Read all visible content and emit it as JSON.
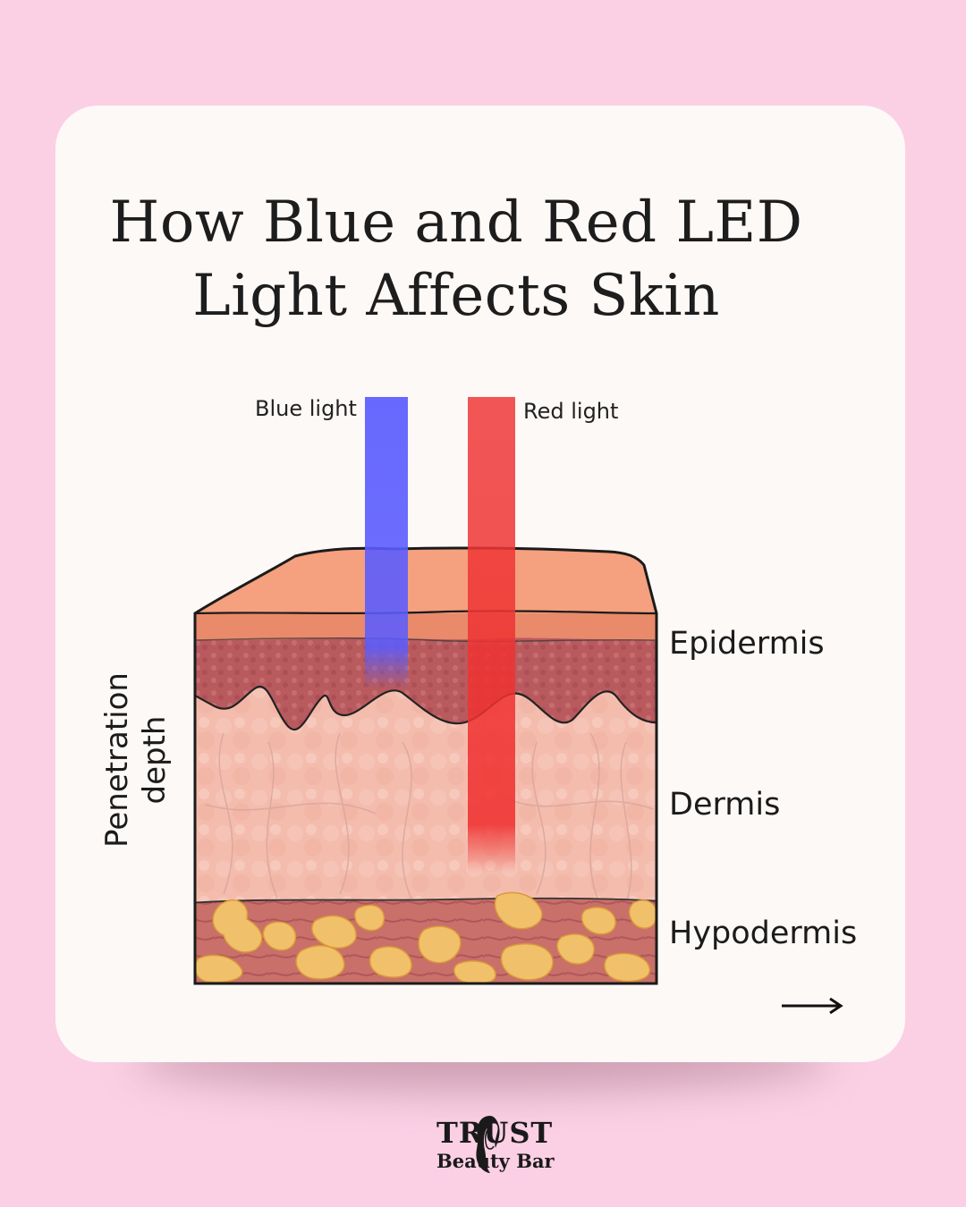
{
  "title": {
    "line1": "How Blue and Red LED",
    "line2": "Light Affects Skin"
  },
  "lights": {
    "blue_label": "Blue light",
    "red_label": "Red light",
    "blue_color": "#5a5cff",
    "red_color": "#ef2e2e"
  },
  "layers": {
    "epidermis": "Epidermis",
    "dermis": "Dermis",
    "hypodermis": "Hypodermis"
  },
  "axis_label": {
    "line1": "Penetration",
    "line2": "depth"
  },
  "brand": {
    "name": "TRUST",
    "tagline": "Beauty Bar"
  },
  "colors": {
    "background": "#fbd0e4",
    "card": "#fdf9f7",
    "epidermis": "#f5a07e",
    "dermis": "#f3b9aa",
    "hypodermis": "#c9776c",
    "fat": "#f1c06a"
  },
  "icons": {
    "next": "arrow-right-icon",
    "logo": "woman-silhouette-icon"
  }
}
